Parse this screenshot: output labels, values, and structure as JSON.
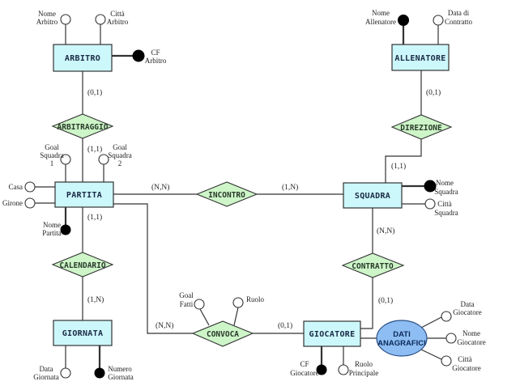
{
  "diagram": {
    "type": "entity-relationship",
    "colors": {
      "entity_fill": "#ccf7fb",
      "entity_stroke": "#333333",
      "relation_fill": "#cdf5c8",
      "relation_stroke": "#333333",
      "ellipse_fill": "#8dbdf2",
      "ellipse_stroke": "#2b4f86",
      "line": "#333333",
      "key_fill": "#000000",
      "attr_fill": "#ffffff"
    },
    "entities": {
      "arbitro": "ARBITRO",
      "allenatore": "ALLENATORE",
      "partita": "PARTITA",
      "squadra": "SQUADRA",
      "giornata": "GIORNATA",
      "giocatore": "GIOCATORE"
    },
    "relations": {
      "arbitraggio": "ARBITRAGGIO",
      "direzione": "DIREZIONE",
      "incontro": "INCONTRO",
      "calendario": "CALENDARIO",
      "contratto": "CONTRATTO",
      "convoca": "CONVOCA"
    },
    "composite": {
      "dati_anagrafici": [
        "DATI",
        "ANAGRAFICI"
      ]
    },
    "attributes": {
      "nome_arbitro": [
        "Nome",
        "Arbitro"
      ],
      "citta_arbitro": [
        "Città",
        "Arbitro"
      ],
      "cf_arbitro": [
        "CF",
        "Arbitro"
      ],
      "nome_allenatore": [
        "Nome",
        "Allenatore"
      ],
      "data_contratto": [
        "Data di",
        "Contratto"
      ],
      "goal_squadra_1": [
        "Goal",
        "Squadra",
        "1"
      ],
      "goal_squadra_2": [
        "Goal",
        "Squadra",
        "2"
      ],
      "casa": [
        "Casa"
      ],
      "girone": [
        "Girone"
      ],
      "nome_partita": [
        "Nome",
        "Partita"
      ],
      "nome_squadra": [
        "Nome",
        "Squadra"
      ],
      "citta_squadra": [
        "Città",
        "Squadra"
      ],
      "data_giornata": [
        "Data",
        "Giornata"
      ],
      "numero_giornata": [
        "Numero",
        "Giornata"
      ],
      "goal_fatti": [
        "Goal",
        "Fatti"
      ],
      "ruolo": [
        "Ruolo"
      ],
      "cf_giocatore": [
        "CF",
        "Giocatore"
      ],
      "ruolo_principale": [
        "Ruolo",
        "Principale"
      ],
      "data_giocatore": [
        "Data",
        "Giocatore"
      ],
      "nome_giocatore": [
        "Nome",
        "Giocatore"
      ],
      "citta_giocatore": [
        "Città",
        "Giocatore"
      ]
    },
    "cardinalities": {
      "arbitro_arbitraggio": "(0,1)",
      "partita_arbitraggio": "(1,1)",
      "allenatore_direzione": "(0,1)",
      "squadra_direzione": "(1,1)",
      "partita_incontro": "(N,N)",
      "squadra_incontro": "(1,N)",
      "partita_calendario": "(1,1)",
      "giornata_calendario": "(1,N)",
      "squadra_contratto": "(N,N)",
      "giocatore_contratto": "(0,1)",
      "partita_convoca": "(N,N)",
      "giocatore_convoca": "(0,1)"
    }
  }
}
